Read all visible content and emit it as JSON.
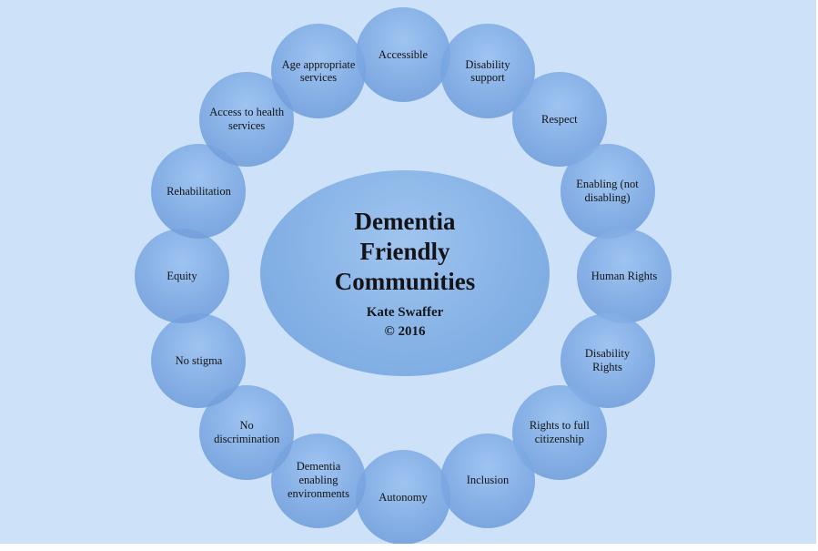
{
  "background_color": "#cde1f8",
  "circle_color": "#7aa7e2",
  "ellipse_color": "#86b2e6",
  "center": {
    "title": "Dementia\nFriendly\nCommunities",
    "author": "Kate Swaffer",
    "copyright": "© 2016"
  },
  "ring": {
    "items": [
      {
        "label": "Accessible"
      },
      {
        "label": "Disability support"
      },
      {
        "label": "Respect"
      },
      {
        "label": "Enabling (not disabling)"
      },
      {
        "label": "Human Rights"
      },
      {
        "label": "Disability Rights"
      },
      {
        "label": "Rights to full citizenship"
      },
      {
        "label": "Inclusion"
      },
      {
        "label": "Autonomy"
      },
      {
        "label": "Dementia enabling environments"
      },
      {
        "label": "No discrimination"
      },
      {
        "label": "No stigma"
      },
      {
        "label": "Equity"
      },
      {
        "label": "Rehabilitation"
      },
      {
        "label": "Access to health services"
      },
      {
        "label": "Age appropriate services"
      }
    ]
  }
}
